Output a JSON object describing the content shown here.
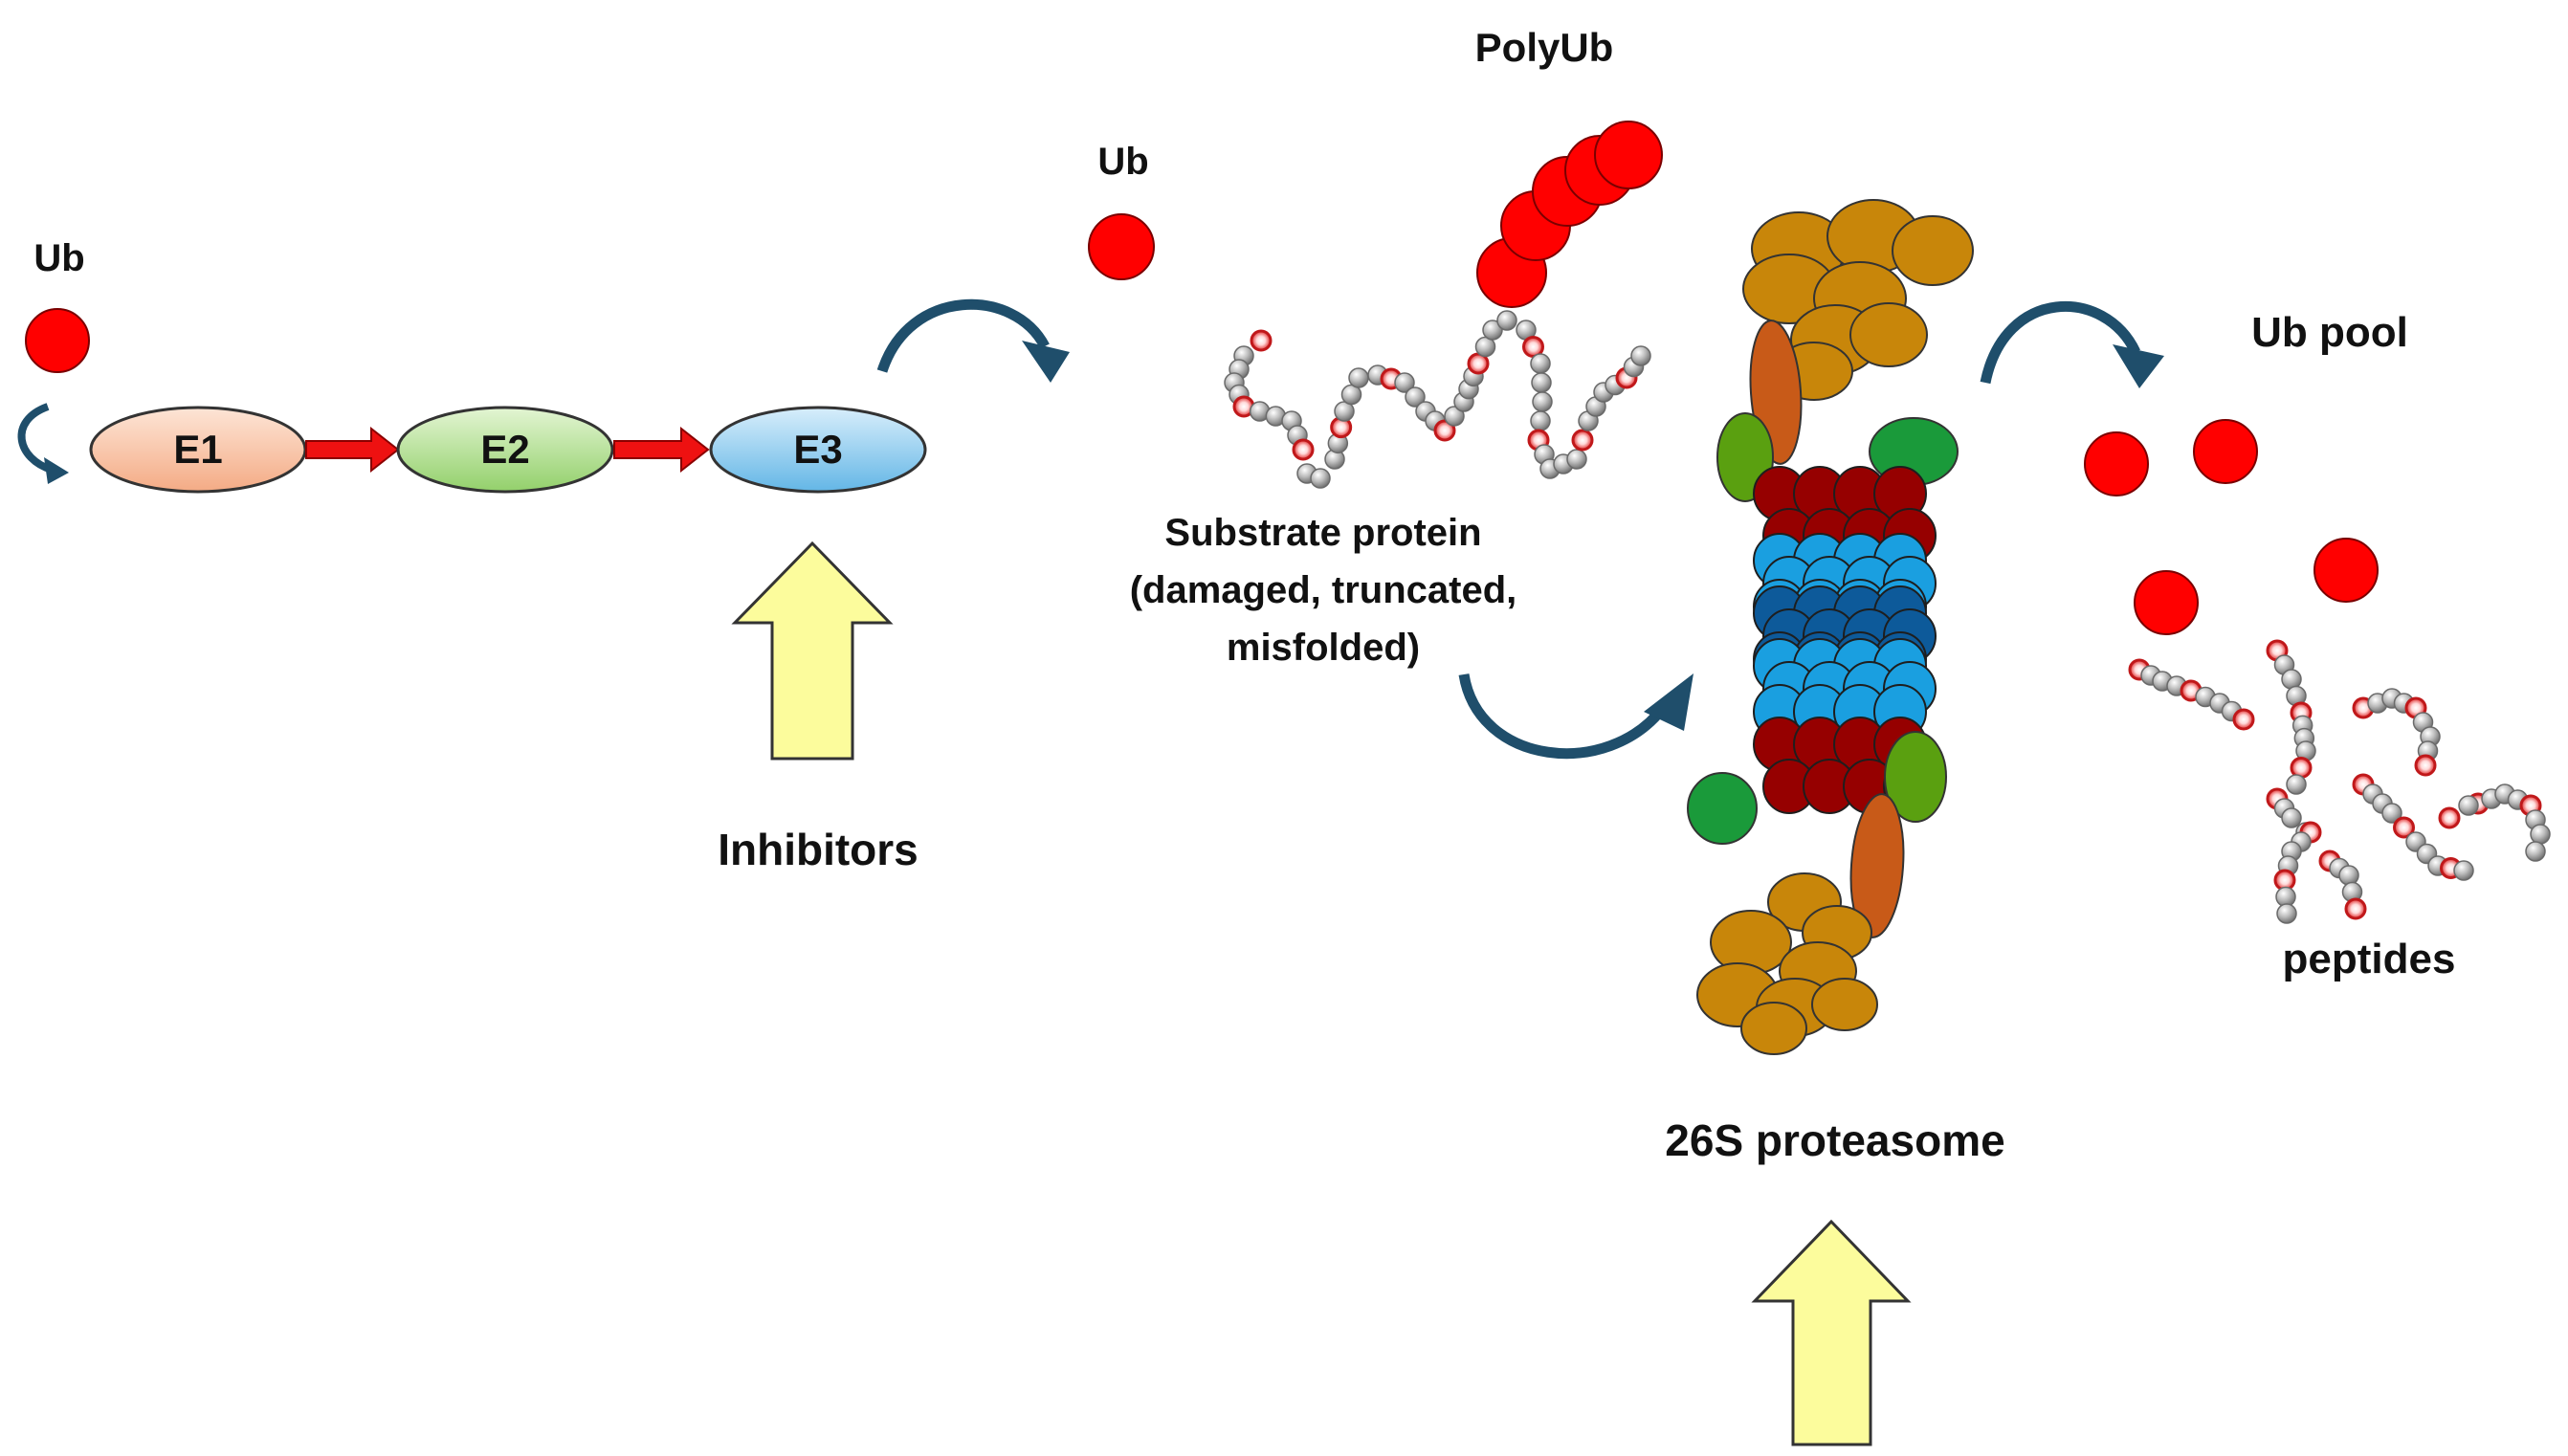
{
  "labels": {
    "ub_left": "Ub",
    "ub_mid": "Ub",
    "polyub": "PolyUb",
    "ub_pool": "Ub pool",
    "e1": "E1",
    "e2": "E2",
    "e3": "E3",
    "inhibitors": "Inhibitors",
    "substrate_line1": "Substrate protein",
    "substrate_line2": "(damaged, truncated,",
    "substrate_line3": "misfolded)",
    "proteasome": "26S proteasome",
    "peptides": "peptides"
  },
  "colors": {
    "ubiquitin": "#ff0000",
    "e1_fill": "#f6c3a6",
    "e2_fill": "#b7e09a",
    "e3_fill": "#8ccbef",
    "red_arrow": "#ee1111",
    "curved_arrow": "#1f4e6b",
    "inhibitor_arrow": "#fcfc9c",
    "alpha_ring": "#960000",
    "beta_outer": "#1a9fe0",
    "beta_inner": "#0d5a9a",
    "regulatory_lid": "#c8860a",
    "green_subunit": "#1a9a3a",
    "olive_subunit": "#5aa010",
    "orange_subunit": "#c85a18",
    "bead_gray": "#a9a9a9",
    "bead_red": "#e0292a"
  }
}
